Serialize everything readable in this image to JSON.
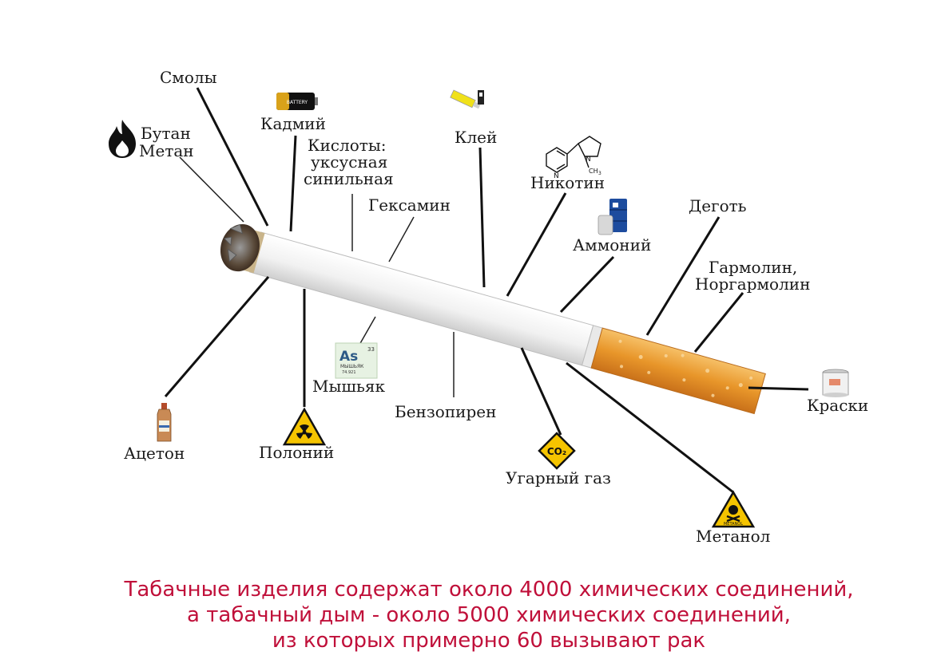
{
  "labels": {
    "tar": "Смолы",
    "cadmium": "Кадмий",
    "butane": "Бутан",
    "methane": "Метан",
    "acids_title": "Кислоты:",
    "acids_1": "уксусная",
    "acids_2": "синильная",
    "hexamine": "Гексамин",
    "glue": "Клей",
    "nicotine": "Никотин",
    "ammonium": "Аммоний",
    "pitch": "Деготь",
    "harmaline_1": "Гармолин,",
    "harmaline_2": "Норгармолин",
    "paints": "Краски",
    "arsenic": "Мышьяк",
    "benzopyrene": "Бензопирен",
    "acetone": "Ацетон",
    "polonium": "Полоний",
    "carbon_monoxide": "Угарный газ",
    "methanol": "Метанол"
  },
  "icons": {
    "battery_text": "BATTERY",
    "arsenic_symbol": "As",
    "arsenic_number": "33",
    "arsenic_name": "МЫШЬЯК",
    "arsenic_mass": "74.921",
    "co2_text": "CO₂",
    "methanol_text": "METANOL"
  },
  "caption": {
    "line1": "Табачные изделия содержат около 4000 химических соединений,",
    "line2": "а табачный дым - около 5000 химических соединений,",
    "line3": "из которых примерно 60 вызывают рак"
  },
  "colors": {
    "caption": "#c0103a",
    "filter": "#e8a030",
    "warning_yellow": "#f5c400"
  }
}
